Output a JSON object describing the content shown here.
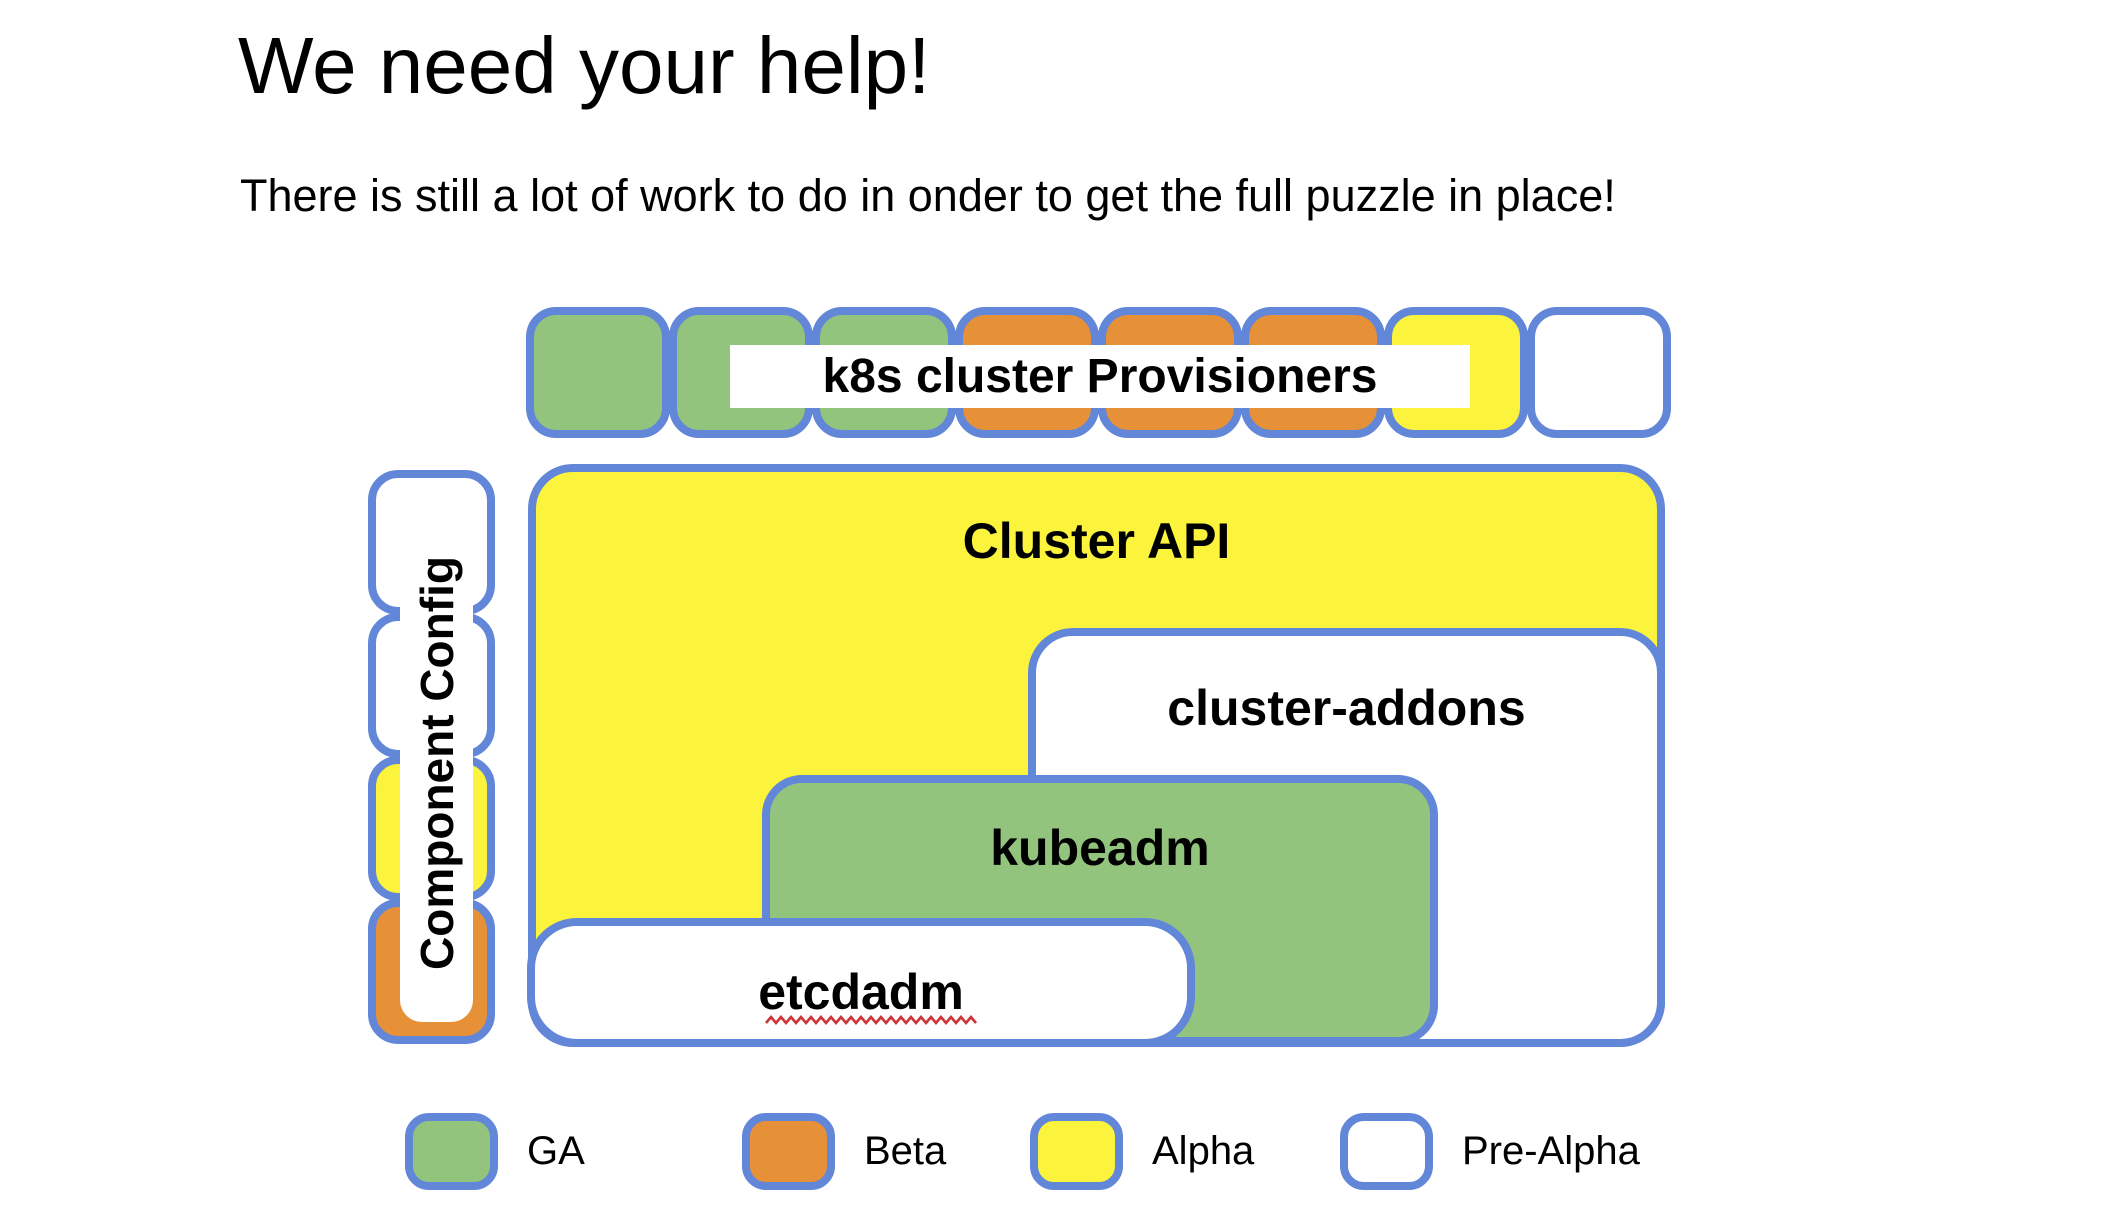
{
  "slide": {
    "title": "We need your help!",
    "subtitle": "There is still a lot of work to do in onder to get the full puzzle in place!"
  },
  "colors": {
    "border_blue": "#6286d8",
    "ga_green": "#93c47d",
    "beta_orange": "#e69138",
    "alpha_yellow": "#fbf33c",
    "pre_alpha_white": "#ffffff",
    "spellcheck_red": "#cc3333",
    "text_black": "#000000"
  },
  "diagram": {
    "provisioners": {
      "label": "k8s cluster Provisioners",
      "pieces": [
        "ga",
        "ga",
        "ga",
        "beta",
        "beta",
        "beta",
        "alpha",
        "pre-alpha"
      ]
    },
    "component_config": {
      "label": "Component Config",
      "pieces": [
        "pre-alpha",
        "pre-alpha",
        "alpha",
        "beta"
      ]
    },
    "boxes": [
      {
        "id": "cluster-api",
        "label": "Cluster API",
        "status": "alpha"
      },
      {
        "id": "cluster-addons",
        "label": "cluster-addons",
        "status": "pre-alpha"
      },
      {
        "id": "kubeadm",
        "label": "kubeadm",
        "status": "ga"
      },
      {
        "id": "etcdadm",
        "label": "etcdadm",
        "status": "pre-alpha",
        "spellcheck_underline": true
      }
    ]
  },
  "legend": [
    {
      "label": "GA",
      "status": "ga"
    },
    {
      "label": "Beta",
      "status": "beta"
    },
    {
      "label": "Alpha",
      "status": "alpha"
    },
    {
      "label": "Pre-Alpha",
      "status": "pre-alpha"
    }
  ]
}
